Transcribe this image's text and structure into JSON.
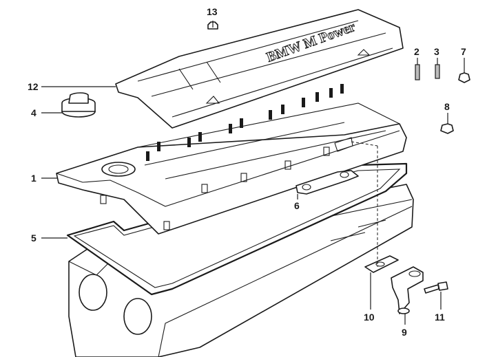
{
  "callouts": {
    "p1": "1",
    "p2": "2",
    "p3": "3",
    "p4": "4",
    "p5": "5",
    "p6": "6",
    "p7": "7",
    "p8": "8",
    "p9": "9",
    "p10": "10",
    "p11": "11",
    "p12": "12",
    "p13": "13"
  },
  "cover_embossing": "BMW M Power"
}
